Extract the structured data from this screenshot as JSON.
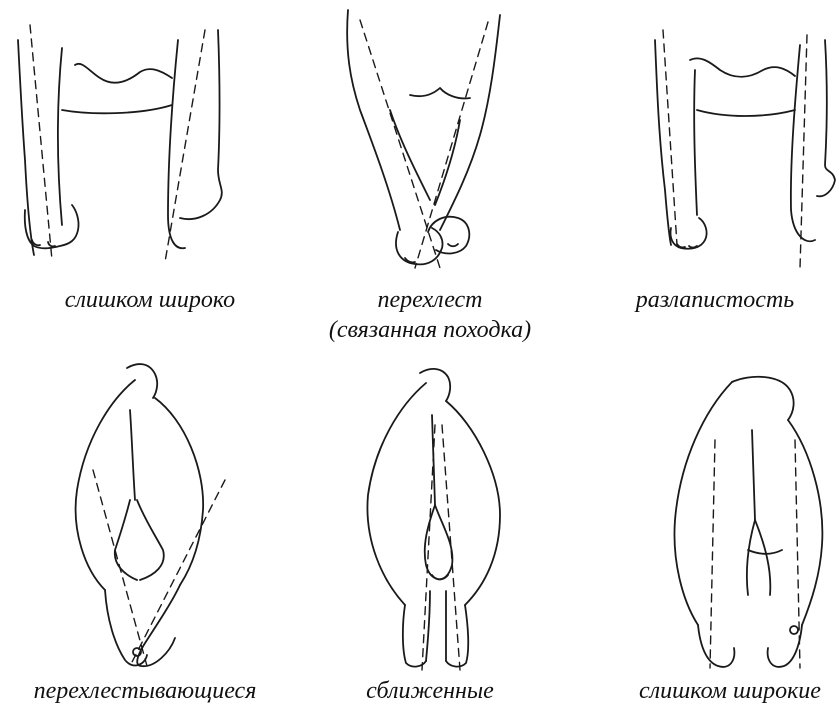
{
  "figures": [
    {
      "id": "front-too-wide",
      "caption_lines": [
        "слишком широко"
      ]
    },
    {
      "id": "front-crossing",
      "caption_lines": [
        "перехлест",
        "(связанная походка)"
      ]
    },
    {
      "id": "front-splayed",
      "caption_lines": [
        "разлапистость"
      ]
    },
    {
      "id": "rear-crossing",
      "caption_lines": [
        "перехлестывающиеся"
      ]
    },
    {
      "id": "rear-close",
      "caption_lines": [
        "сближенные"
      ]
    },
    {
      "id": "rear-too-wide",
      "caption_lines": [
        "слишком широкие"
      ]
    }
  ]
}
